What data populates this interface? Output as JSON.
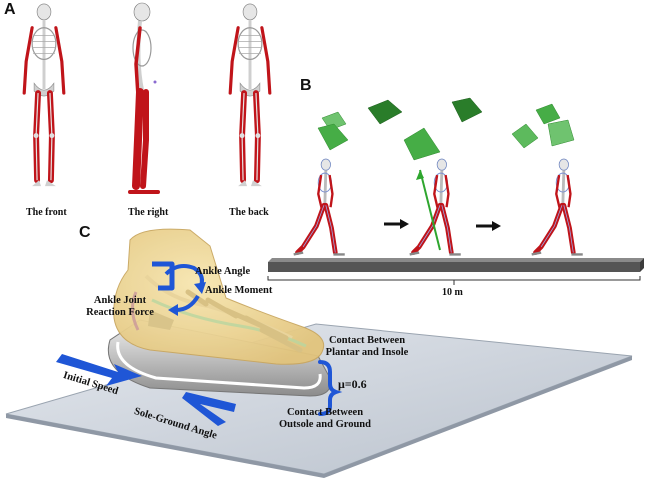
{
  "panels": {
    "a": {
      "letter": "A",
      "views": [
        "The front",
        "The right",
        "The back"
      ]
    },
    "b": {
      "letter": "B",
      "distance_label": "10 m"
    },
    "c": {
      "letter": "C",
      "labels": {
        "ankle_angle": "Ankle Angle",
        "ankle_moment": "Ankle Moment",
        "ankle_joint_line1": "Ankle Joint",
        "ankle_joint_line2": "Reaction Force",
        "contact_plantar_line1": "Contact Between",
        "contact_plantar_line2": "Plantar and Insole",
        "friction": "μ=0.6",
        "contact_outsole_line1": "Contact Between",
        "contact_outsole_line2": "Outsole and Ground",
        "initial_speed": "Initial Speed",
        "sole_ground_angle": "Sole-Ground Angle"
      }
    }
  },
  "colors": {
    "muscle": "#c0141a",
    "bone": "#d9d9d9",
    "walkway": "#555555",
    "marker_green": "#3fae3f",
    "arrow_blue": "#1f56d6",
    "plate": "#cfd6e0"
  }
}
